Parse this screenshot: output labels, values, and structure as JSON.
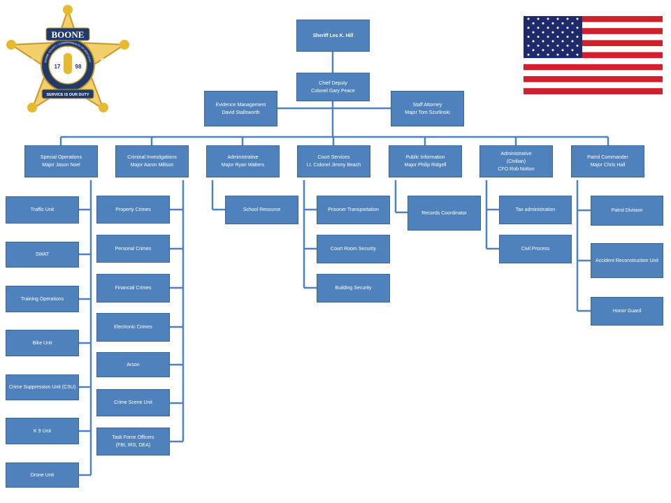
{
  "badge": {
    "name_top": "BOONE",
    "name_left": "SHERIFF",
    "name_right": "COUNTY",
    "ring_text": "BOONE COUNTY • COMMONWEALTH OF KENTUCKY",
    "year_left": "17",
    "year_right": "98",
    "motto": "SERVICE IS OUR DUTY"
  },
  "colors": {
    "box_fill": "#4f81bd",
    "box_border": "#3a6596",
    "connector": "#4f81bd",
    "badge_gold": "#e8b92e",
    "badge_navy": "#1f3a6b",
    "flag_red": "#d11f2c",
    "flag_blue": "#1f2a6d"
  },
  "top": {
    "sheriff": "Sheriff Les K. Hill",
    "chief_title": "Chief Deputy",
    "chief_name": "Colonel Gary Peace",
    "evidence_title": "Evidence Management",
    "evidence_name": "David Stallsworth",
    "attorney_title": "Staff Attorney",
    "attorney_name": "Major Tom Szurlinski"
  },
  "divisions": {
    "special_ops": {
      "title": "Special Operations",
      "head": "Major Jason Noel"
    },
    "criminal": {
      "title": "Criminal Investigations",
      "head": "Major Aaron Millson"
    },
    "admin1": {
      "title": "Administrative",
      "head": "Major Ryan Walters"
    },
    "court": {
      "title": "Court Services",
      "head": "Lt. Colonel Jimmy Beach"
    },
    "public_info": {
      "title": "Public Information",
      "head": "Major Philip Ridgell"
    },
    "admin2": {
      "title": "Administrative",
      "subtitle": "(Civilian)",
      "head": "CFO Rob Notton"
    },
    "patrol": {
      "title": "Patrol Commander",
      "head": "Major Chris Hall"
    }
  },
  "units": {
    "special_ops": [
      "Traffic Unit",
      "SWAT",
      "Training Operations",
      "Bike Unit",
      "Crime Suppression Unit (CSU)",
      "K 9 Unit",
      "Drone Unit"
    ],
    "criminal": [
      "Property Crimes",
      "Personal Crimes",
      "Financial Crimes",
      "Electronic Crimes",
      "Arson",
      "Crime Scene Unit"
    ],
    "criminal_last": {
      "line1": "Task Force Officers",
      "line2": "(FBI, IRS, DEA)"
    },
    "admin1": [
      "School Resource"
    ],
    "court": [
      "Prisoner Transportation",
      "Court Room Security",
      "Building Security"
    ],
    "public_info": [
      "Records Coordinator"
    ],
    "admin2": [
      "Tax administration",
      "Civil Process"
    ],
    "patrol": [
      "Patrol Division",
      "Accident Reconstruction Unit",
      "Honor Guard"
    ]
  }
}
